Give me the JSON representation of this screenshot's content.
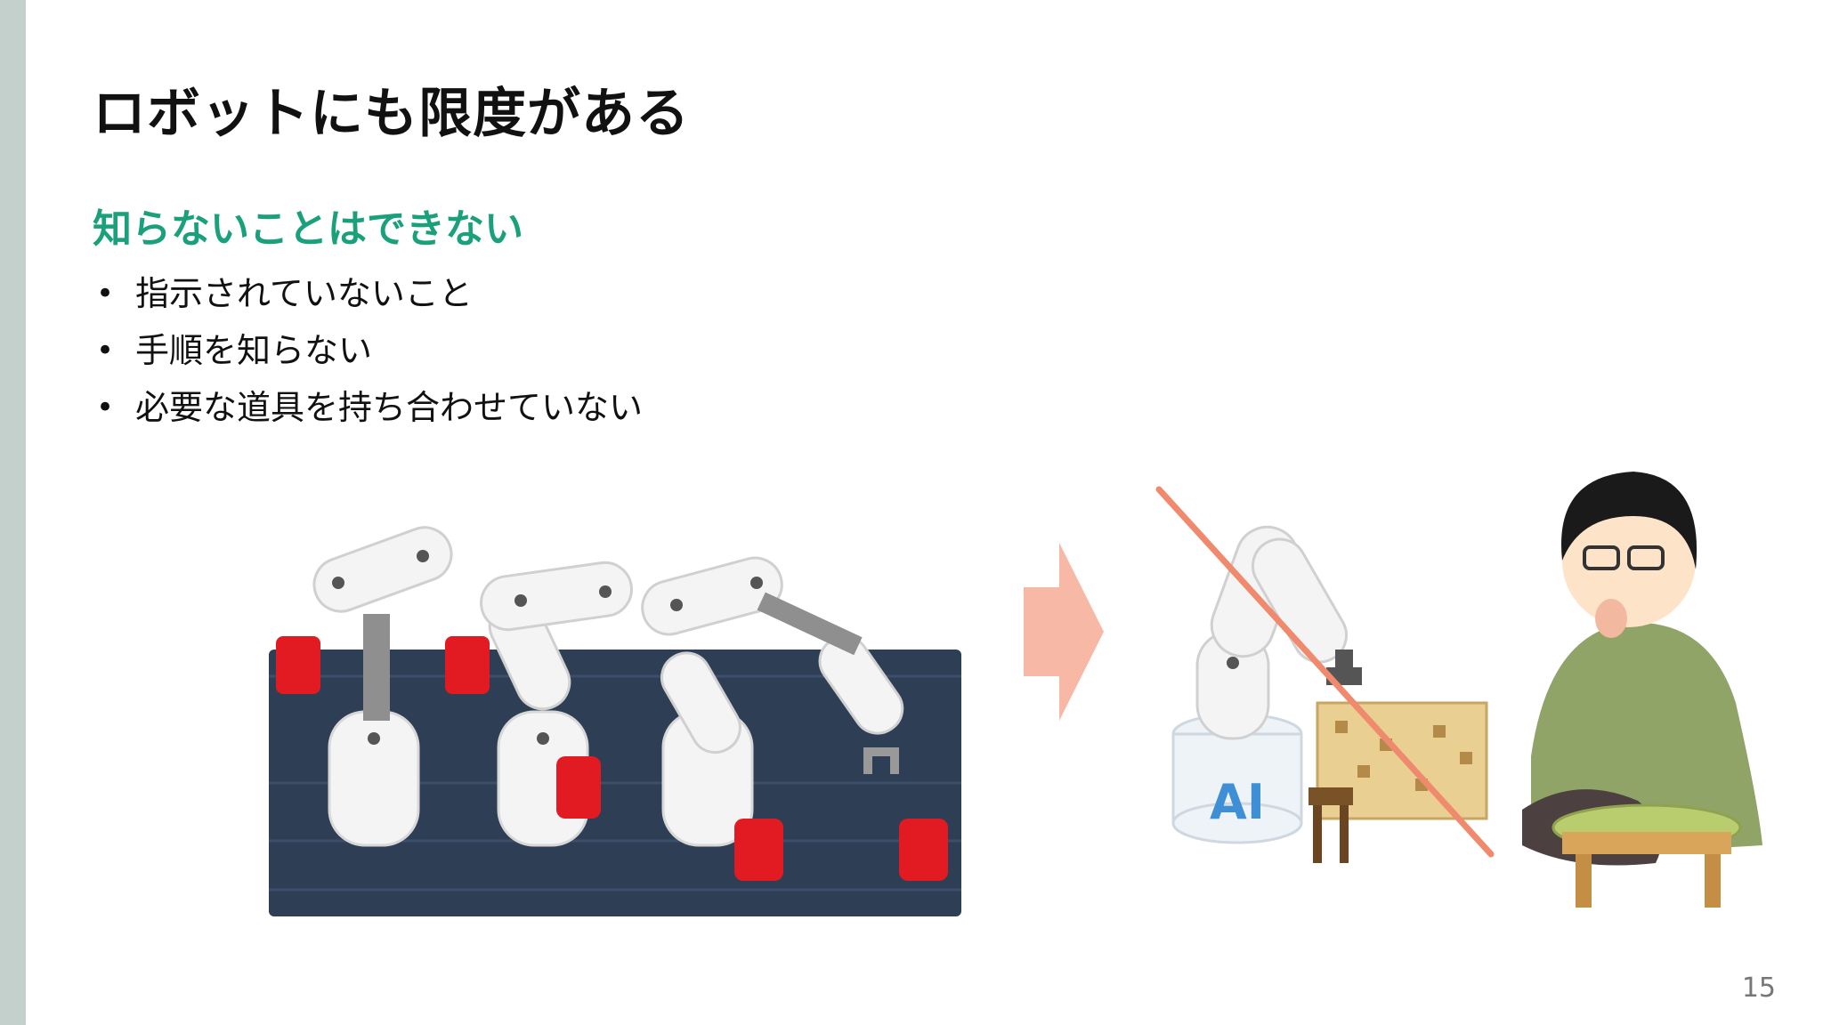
{
  "slide": {
    "title": "ロボットにも限度がある",
    "subtitle": "知らないことはできない",
    "bullets": [
      "指示されていないこと",
      "手順を知らない",
      "必要な道具を持ち合わせていない"
    ],
    "bullet_marker": "•",
    "page_number": "15"
  },
  "illustrations": {
    "ai_badge": "AI"
  },
  "colors": {
    "accent_green": "#1aa07a",
    "side_bar": "#c3d0cb",
    "arrow": "#f7b9a6",
    "strike_line": "#f08a6e",
    "conveyor": "#2d3e55",
    "robot_part_red": "#e21b23"
  }
}
